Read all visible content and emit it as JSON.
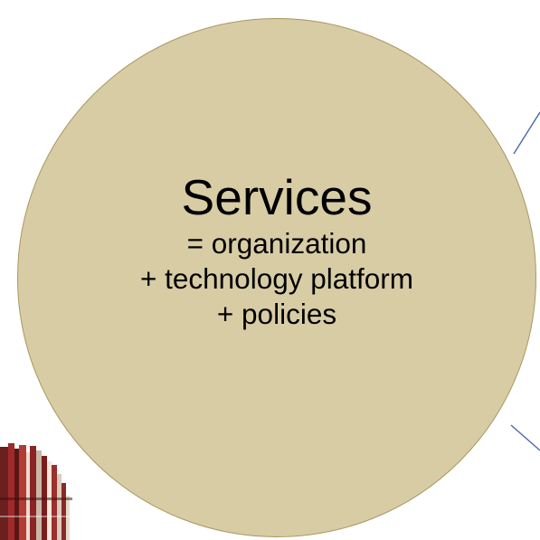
{
  "colors": {
    "circle_fill": "#d8cca5",
    "circle_border": "#a89761",
    "connector_line": "#4a68a8",
    "text": "#000000"
  },
  "services_circle": {
    "title": "Services",
    "lines": [
      "= organization",
      "+ technology platform",
      "+ policies"
    ]
  },
  "decorations": {
    "photo_fragment": "cropped-photo",
    "connectors": "connector-lines"
  }
}
